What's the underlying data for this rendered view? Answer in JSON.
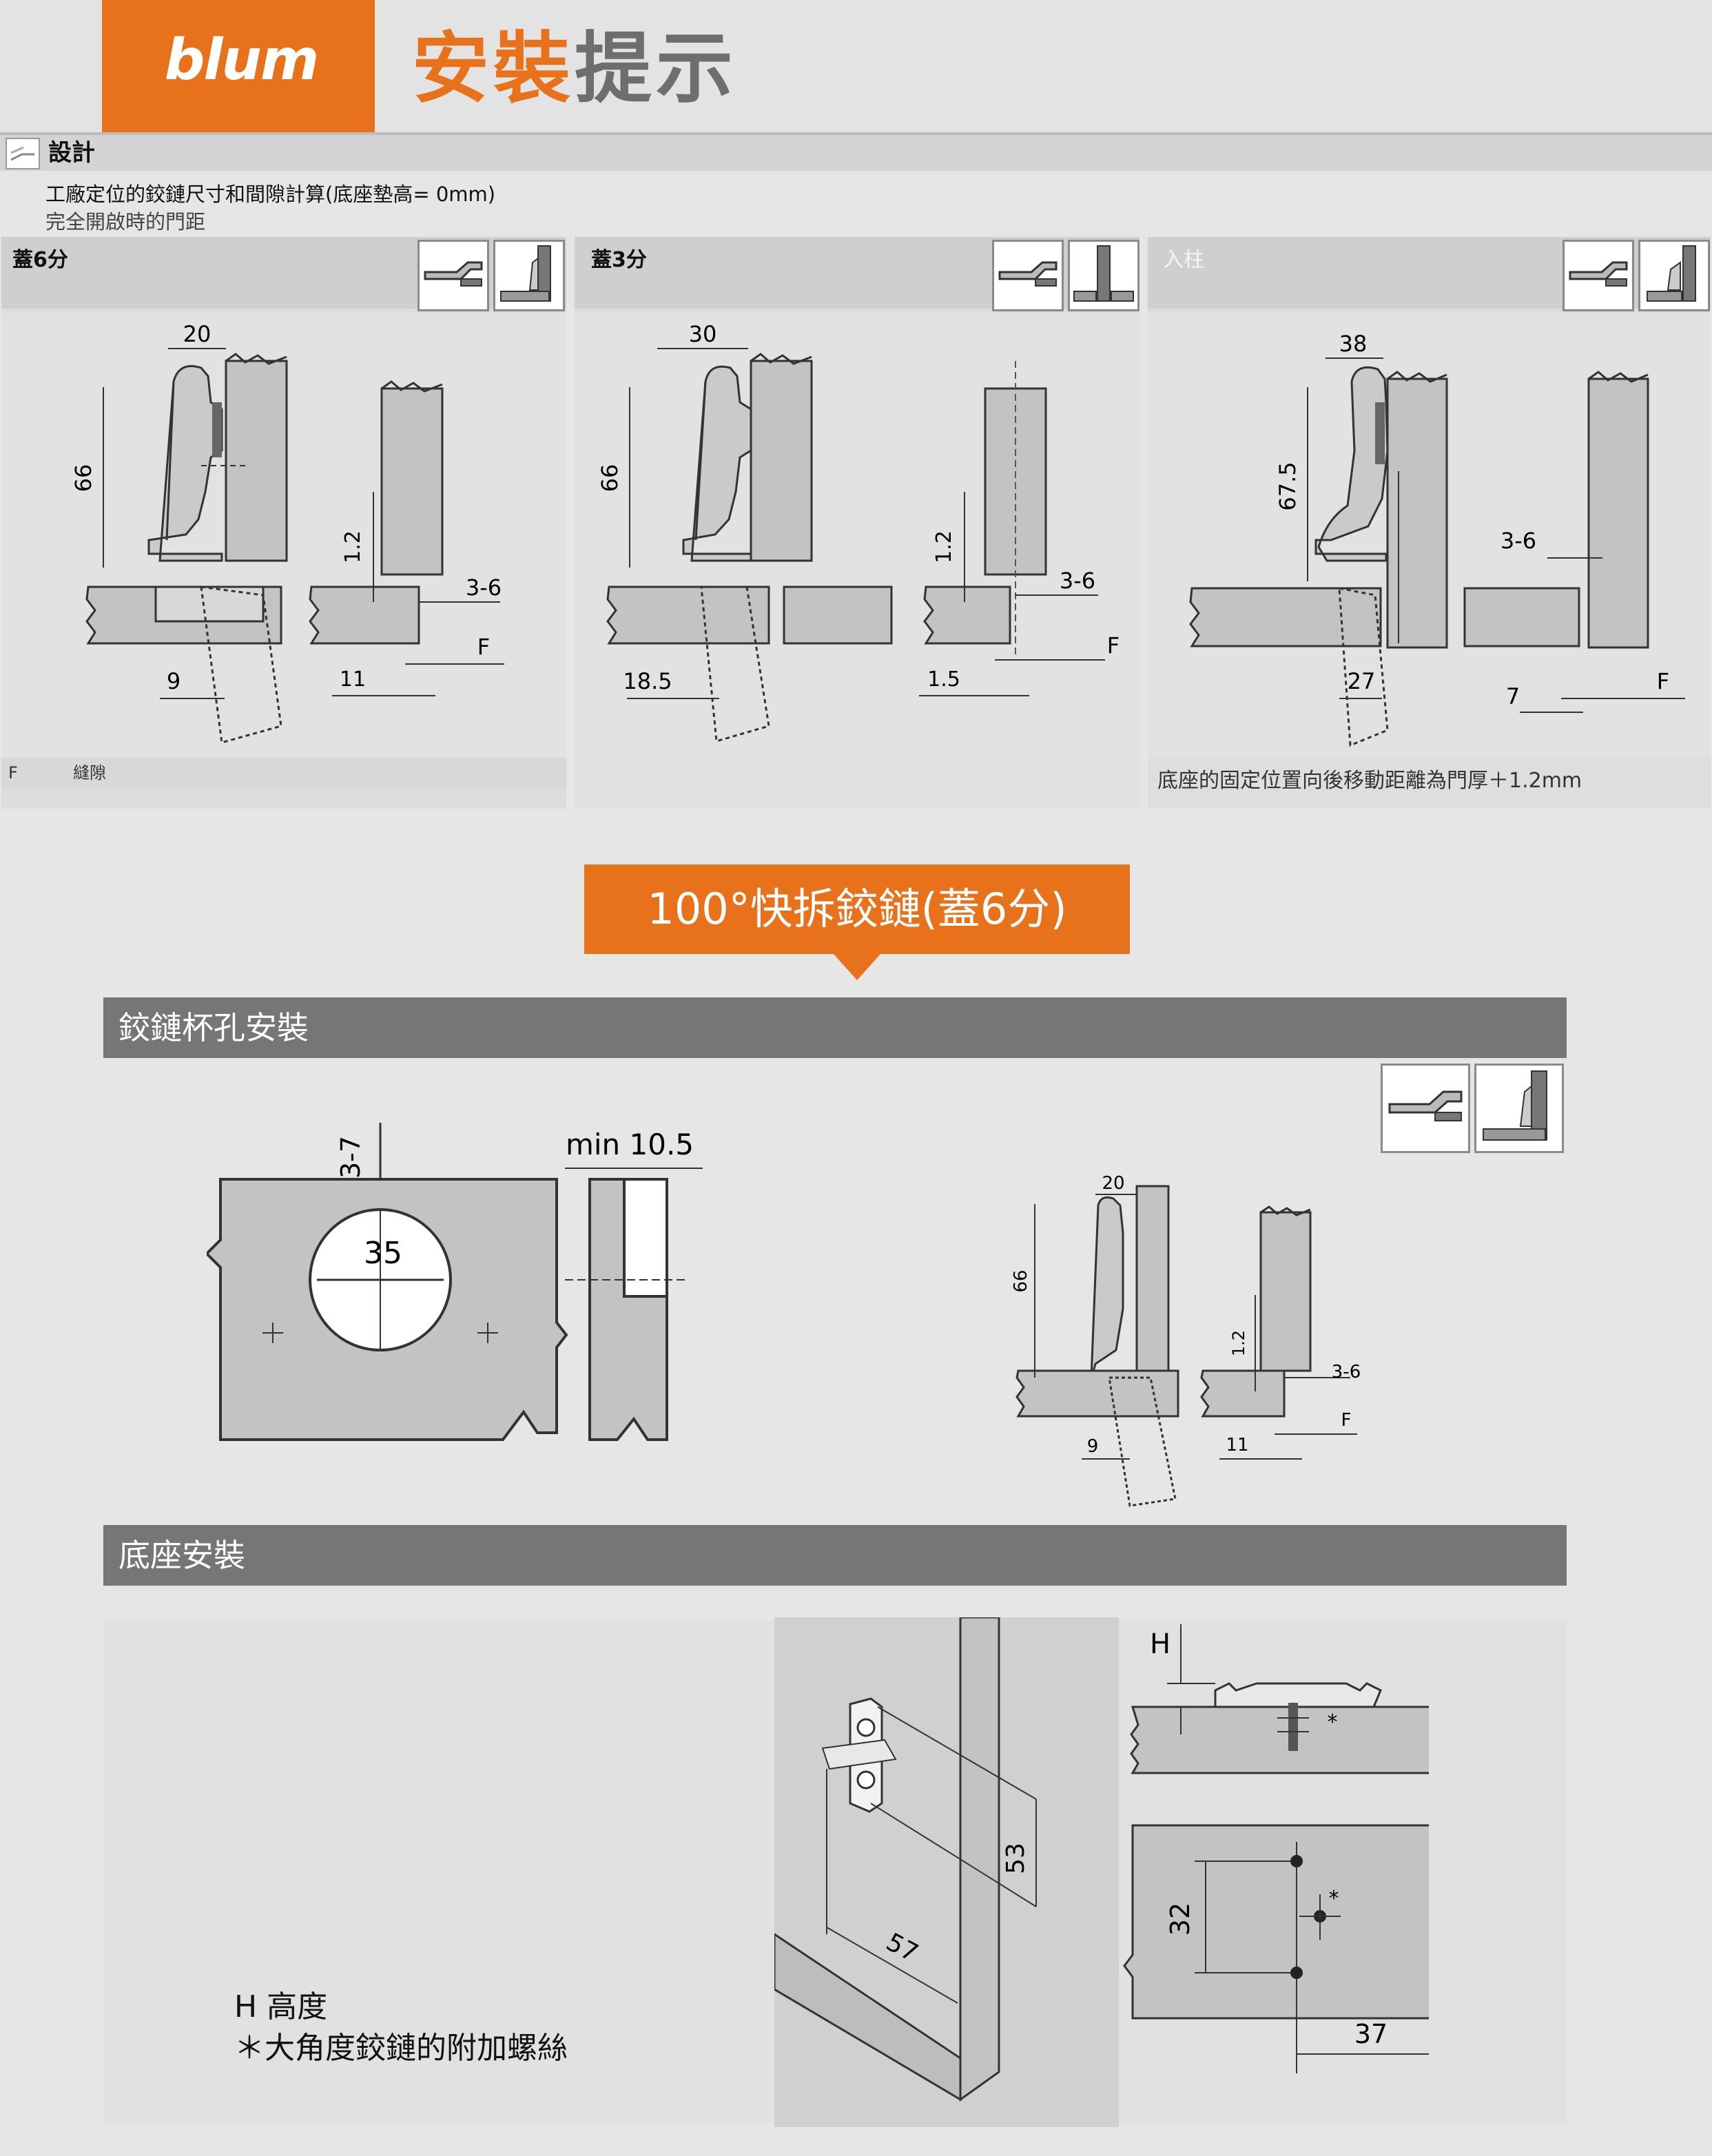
{
  "header": {
    "brand": "blum",
    "title_part1": "安裝",
    "title_part2": "提示"
  },
  "design": {
    "label": "設計",
    "subtitle_1": "工廠定位的鉸鏈尺寸和間隙計算(底座墊高= 0mm)",
    "subtitle_2": "完全開啟時的門距"
  },
  "panels": [
    {
      "title": "蓋6分",
      "dims": {
        "width": "20",
        "height": "66",
        "d1": "1.2",
        "d2": "3-6",
        "d3": "F",
        "d4": "9",
        "d5": "11"
      },
      "note_key": "F",
      "note_text": "縫隙"
    },
    {
      "title": "蓋3分",
      "dims": {
        "width": "30",
        "height": "66",
        "d1": "1.2",
        "d2": "3-6",
        "d3": "F",
        "d4": "18.5",
        "d5": "1.5"
      }
    },
    {
      "title": "入柱",
      "dims": {
        "width": "38",
        "height": "67.5",
        "d2": "3-6",
        "d3": "F",
        "d4": "27",
        "d5": "7"
      },
      "note_text": "底座的固定位置向後移動距離為門厚＋1.2mm"
    }
  ],
  "banner": {
    "text": "100°快拆鉸鏈(蓋6分)"
  },
  "section_cup": {
    "title": "鉸鏈杯孔安裝",
    "dims": {
      "edge": "3-7",
      "diameter": "35",
      "min_depth": "min 10.5"
    },
    "detail_dims": {
      "width": "20",
      "height": "66",
      "d1": "1.2",
      "d2": "3-6",
      "d3": "F",
      "d4": "9",
      "d5": "11"
    }
  },
  "section_base": {
    "title": "底座安裝",
    "dims": {
      "h": "H",
      "star": "*",
      "d53": "53",
      "d57": "57",
      "d32": "32",
      "d37": "37"
    },
    "legend_1": "H 高度",
    "legend_2": "＊大角度鉸鏈的附加螺絲"
  },
  "colors": {
    "brand_orange": "#e8711c",
    "section_bar": "#767676",
    "title_gray": "#6e6e6e"
  }
}
